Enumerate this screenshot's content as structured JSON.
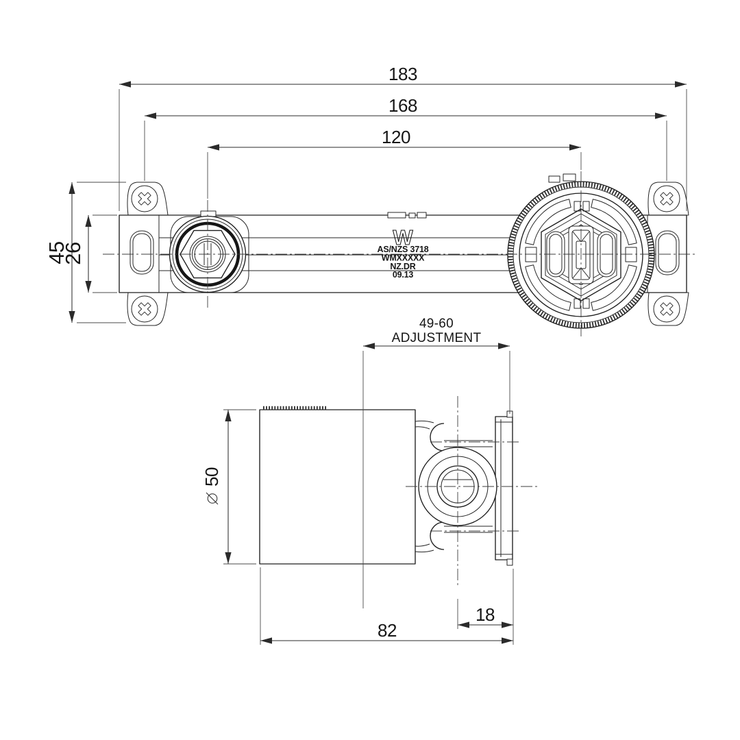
{
  "dims": {
    "overall_width": "183",
    "fixing_centres_width": "168",
    "outlet_centres_width": "120",
    "bracket_height": "45",
    "body_height": "26",
    "adjustment_range": "49-60",
    "adjustment_label": "ADJUSTMENT",
    "diameter_symbol": "⌀",
    "body_diameter": "50",
    "overall_depth": "82",
    "cartridge_offset_depth": "18"
  },
  "markings": {
    "watermark_logo": "W",
    "lines": [
      "AS/NZS 3718",
      "WMXXXXX",
      "NZ.DR",
      "09.13"
    ]
  },
  "colors": {
    "background": "#ffffff",
    "object_line": "#1d1d1d",
    "dimension_line": "#2b2b2b",
    "centerline": "#3c3c3c"
  }
}
